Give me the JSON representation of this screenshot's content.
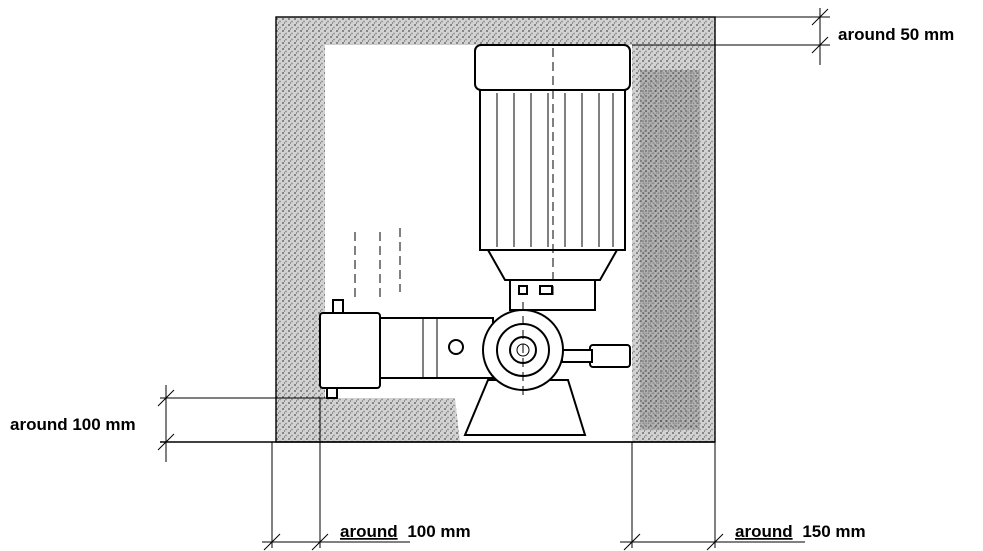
{
  "dimensions": {
    "top_clearance": "around 50 mm",
    "bottom_clearance": "around 100 mm",
    "left_clearance_prefix": "around",
    "left_clearance_value": "100 mm",
    "right_clearance_prefix": "around",
    "right_clearance_value": "150 mm"
  },
  "colors": {
    "line": "#000000",
    "hatch": "#8a8a8a",
    "background": "#ffffff"
  }
}
